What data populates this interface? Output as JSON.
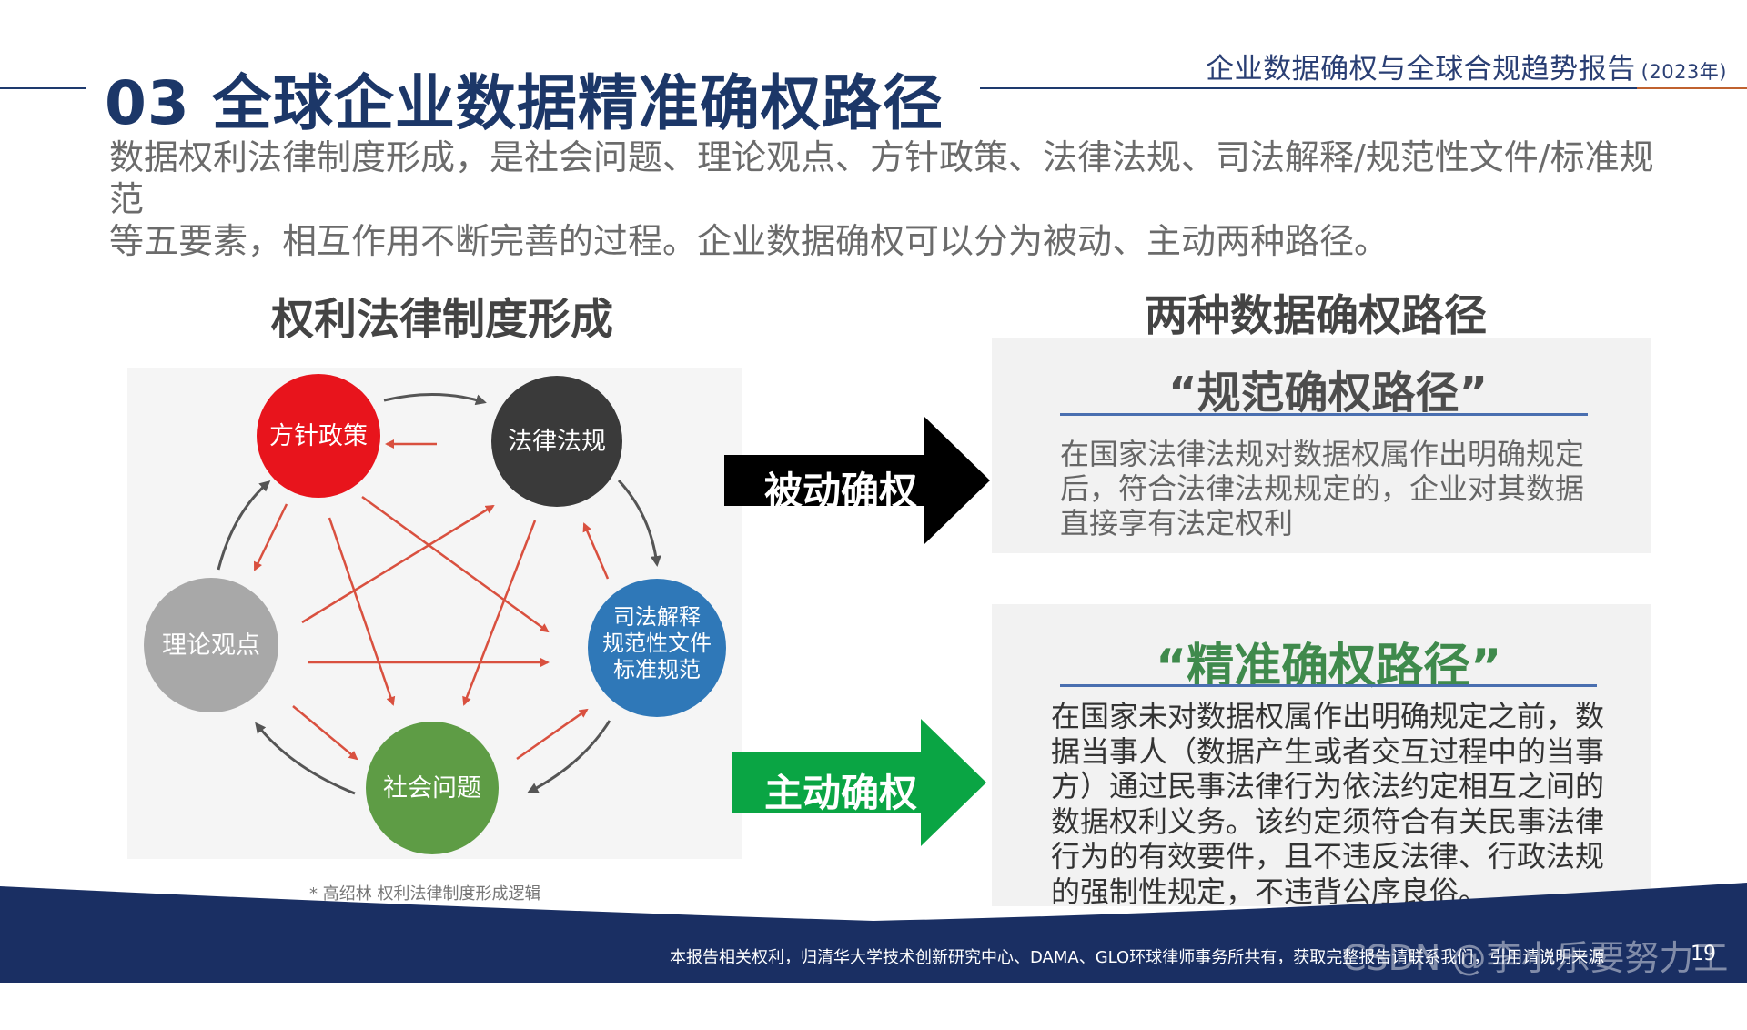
{
  "header": {
    "report_title": "企业数据确权与全球合规趋势报告",
    "report_year": "(2023年)"
  },
  "slide_heading": "03 全球企业数据精准确权路径",
  "intro": {
    "line1": "数据权利法律制度形成，是社会问题、理论观点、方针政策、法律法规、司法解释/规范性文件/标准规范",
    "line2": "等五要素，相互作用不断完善的过程。企业数据确权可以分为被动、主动两种路径。"
  },
  "left": {
    "title": "权利法律制度形成",
    "footnote": "* 高绍林 权利法律制度形成逻辑",
    "nodes": {
      "policy": "方针政策",
      "law": "法律法规",
      "theory": "理论观点",
      "judicial_1": "司法解释",
      "judicial_2": "规范性文件",
      "judicial_3": "标准规范",
      "social": "社会问题"
    },
    "colors": {
      "policy": "#e8141c",
      "law": "#3a3a3a",
      "theory": "#a8a8a8",
      "judicial": "#2f78b8",
      "social": "#5e9c45",
      "red_arrow": "#d9503f",
      "gray_arrow": "#555555"
    }
  },
  "right": {
    "title": "两种数据确权路径",
    "passive_label": "被动确权",
    "active_label": "主动确权",
    "normative": {
      "title": "“规范确权路径”",
      "line1": "在国家法律法规对数据权属作出明确规定",
      "line2": "后，符合法律法规规定的，企业对其数据",
      "line3": "直接享有法定权利"
    },
    "precise": {
      "title": "“精准确权路径”",
      "line1": "在国家未对数据权属作出明确规定之前，数",
      "line2": "据当事人（数据产生或者交互过程中的当事",
      "line3": "方）通过民事法律行为依法约定相互之间的",
      "line4": "数据权利义务。该约定须符合有关民事法律",
      "line5": "行为的有效要件，且不违反法律、行政法规",
      "line6": "的强制性规定，不违背公序良俗。"
    },
    "colors": {
      "passive_arrow": "#000000",
      "active_arrow": "#0aa544"
    }
  },
  "footer": {
    "text": "本报告相关权利，归清华大学技术创新研究中心、DAMA、GLO环球律师事务所共有，获取完整报告请联系我们，引用请说明来源",
    "page_number": "19",
    "watermark": "CSDN @李小乐要努力工作",
    "band_color": "#1a2f63"
  }
}
